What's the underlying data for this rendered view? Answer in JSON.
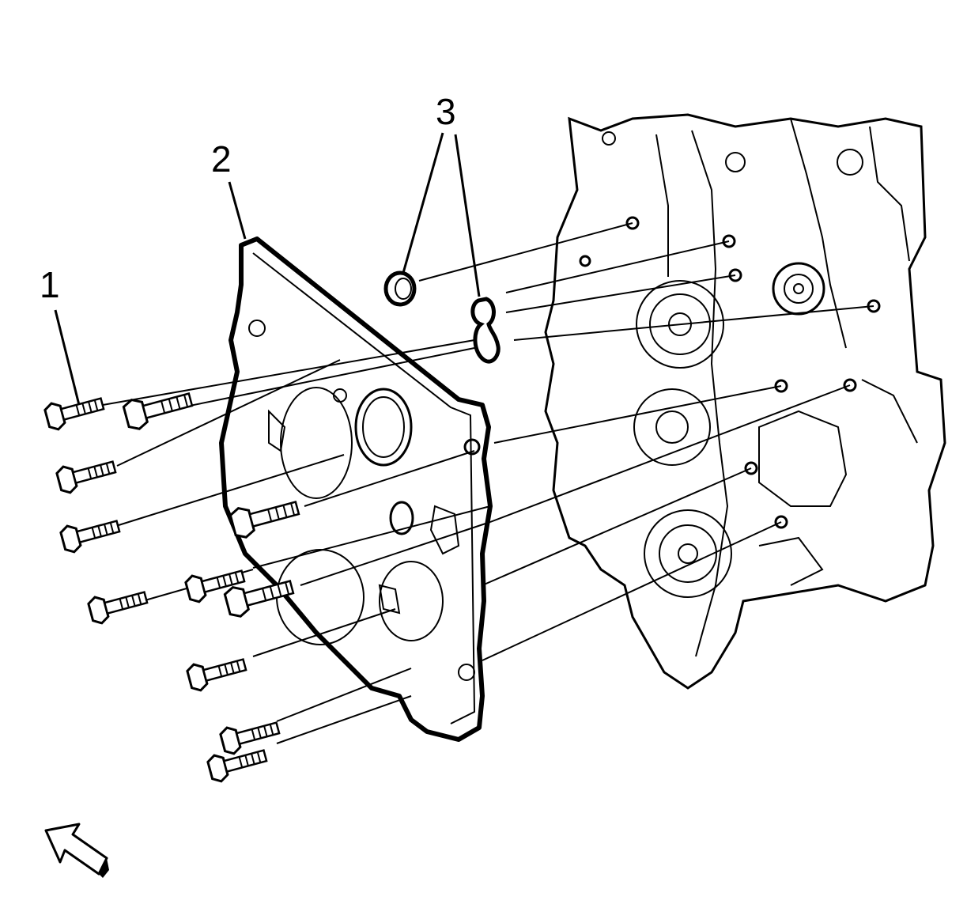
{
  "callouts": [
    {
      "label": "1"
    },
    {
      "label": "2"
    },
    {
      "label": "3"
    }
  ],
  "icons": {
    "view_arrow": "view-direction-arrow-icon"
  }
}
